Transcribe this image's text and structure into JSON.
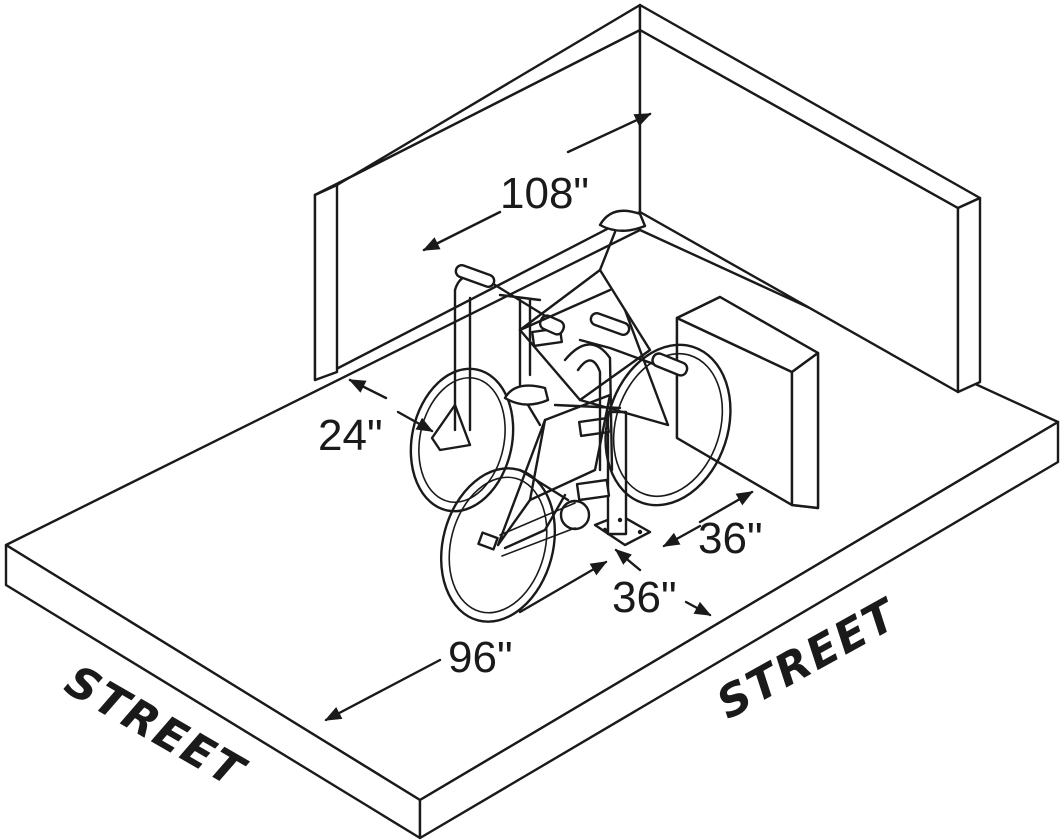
{
  "dimensions": {
    "wall_width": "108\"",
    "wall_clearance": "24\"",
    "side_clearance": "36\"",
    "front_clearance": "36\"",
    "sidewalk_length": "96\""
  },
  "streets": {
    "left": "STREET",
    "right": "STREET"
  }
}
